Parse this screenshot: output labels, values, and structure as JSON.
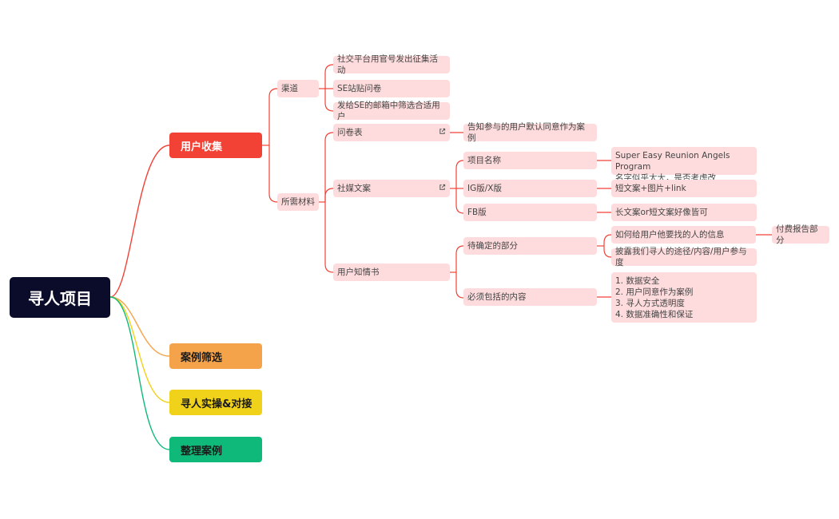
{
  "mindmap": {
    "root": "寻人项目",
    "main_nodes": [
      "用户收集",
      "案例筛选",
      "寻人实操&对接",
      "整理案例"
    ],
    "user_collection": {
      "channels": {
        "label": "渠道",
        "items": [
          "社交平台用官号发出征集活动",
          "SE站贴问卷",
          "发给SE的邮箱中筛选合适用户"
        ]
      },
      "materials": {
        "label": "所需材料",
        "questionnaire": {
          "label": "问卷表",
          "note": "告知参与的用户默认同意作为案例"
        },
        "social_copy": {
          "label": "社媒文案",
          "project_name": {
            "label": "项目名称",
            "note": "Super Easy Reunion Angels Program\n名字似乎太大，是否考虑改"
          },
          "ig_x": {
            "label": "IG版/X版",
            "note": "短文案+图片+link"
          },
          "fb": {
            "label": "FB版",
            "note": "长文案or短文案好像皆可"
          }
        },
        "consent": {
          "label": "用户知情书",
          "pending": {
            "label": "待确定的部分",
            "items": [
              "如何给用户他要找的人的信息",
              "披露我们寻人的途径/内容/用户参与度"
            ],
            "paid_report": "付费报告部分"
          },
          "required": {
            "label": "必须包括的内容",
            "content": "1.  数据安全\n2. 用户同意作为案例\n3. 寻人方式透明度\n4. 数据准确性和保证"
          }
        }
      }
    },
    "colors": {
      "root": "#0b0b2a",
      "user_collection": "#f24236",
      "case_screening": "#f5a34a",
      "search_ops": "#f1d21b",
      "organize_cases": "#0fb979",
      "subnode": "#fedcdd"
    },
    "icons": {
      "link": "external-link-icon"
    }
  }
}
